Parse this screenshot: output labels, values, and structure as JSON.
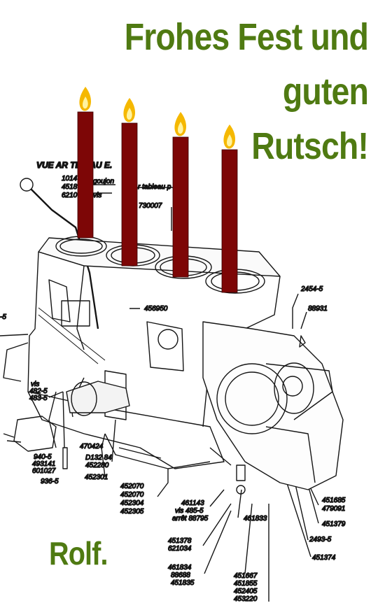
{
  "greeting": {
    "line1": "Frohes Fest und",
    "line2": "guten",
    "line3": "Rutsch!"
  },
  "signature": "Rolf.",
  "colors": {
    "green": "#4f7a12",
    "candle": "#7d0606",
    "flame_outer": "#f5b800",
    "flame_inner": "#fff3a0"
  },
  "drawing": {
    "heading": "VUE AR  TÉ GAU  E.",
    "labels": {
      "l1014": "1014",
      "l4518": "4518",
      "l6210": "6210",
      "goujon": "goujon",
      "vis_top": "vis",
      "tableau": "r tableau p   3",
      "l30007": "730007",
      "l45695": "456950",
      "l2454": "2454-5",
      "l88931": "88931",
      "l5a": "-5",
      "vis482": "vis",
      "l482": "482-5",
      "l483": "483-5",
      "l470424": "470424",
      "l013284": "D132 84",
      "l452280": "452280",
      "l940": "940-5",
      "l493141": "493141",
      "l601027": "601027",
      "l936": "936-5",
      "l452301": "452301",
      "l452070": "452070",
      "l452070b": "452070",
      "l452304": "452304",
      "l452305": "452305",
      "l461143": "461143",
      "vis485": "vis 485-5",
      "arret": "arrêt 88795",
      "l461833": "461833",
      "l451685": "451685",
      "l479091": "479091",
      "l451379": "451379",
      "l2493": "2493-5",
      "l451378": "451378",
      "l621034": "621034",
      "l451374": "451374",
      "l461834": "461834",
      "l88688": "88688",
      "l451835": "451835",
      "l451667": "451667",
      "l451855": "451855",
      "l452405": "452405",
      "l453220": "453220"
    }
  }
}
